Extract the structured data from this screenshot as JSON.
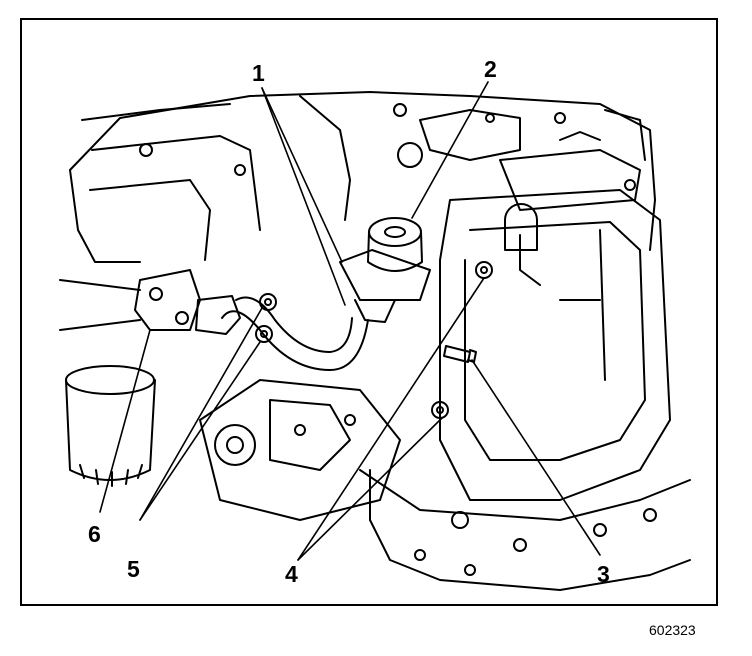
{
  "figure": {
    "id": "602323",
    "callouts": [
      "1",
      "2",
      "3",
      "4",
      "5",
      "6"
    ]
  },
  "colors": {
    "ink": "#000000",
    "paper": "#ffffff"
  }
}
